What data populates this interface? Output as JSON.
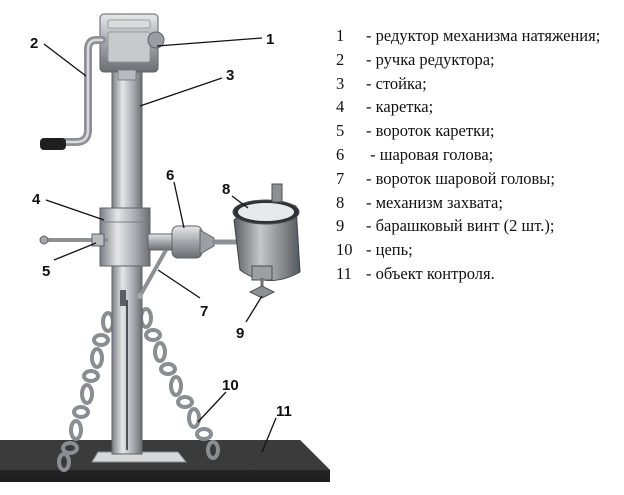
{
  "callouts": [
    "1",
    "2",
    "3",
    "4",
    "5",
    "6",
    "7",
    "8",
    "9",
    "10",
    "11"
  ],
  "legend": [
    {
      "num": "1",
      "text": "- редуктор механизма натяжения;"
    },
    {
      "num": "2",
      "text": "- ручка редуктора;"
    },
    {
      "num": "3",
      "text": "- стойка;"
    },
    {
      "num": "4",
      "text": "- каретка;"
    },
    {
      "num": "5",
      "text": "- вороток каретки;"
    },
    {
      "num": "6",
      "text": " - шаровая голова;"
    },
    {
      "num": "7",
      "text": "- вороток шаровой головы;"
    },
    {
      "num": "8",
      "text": "- механизм захвата;"
    },
    {
      "num": "9",
      "text": "- барашковый винт (2 шт.);"
    },
    {
      "num": "10",
      "text": "- цепь;"
    },
    {
      "num": "11",
      "text": "- объект контроля."
    }
  ],
  "colors": {
    "metal": "#b9bcc0",
    "metal_dark": "#6f7378",
    "chain": "#8a8d91",
    "base": "#2e2e2e"
  }
}
